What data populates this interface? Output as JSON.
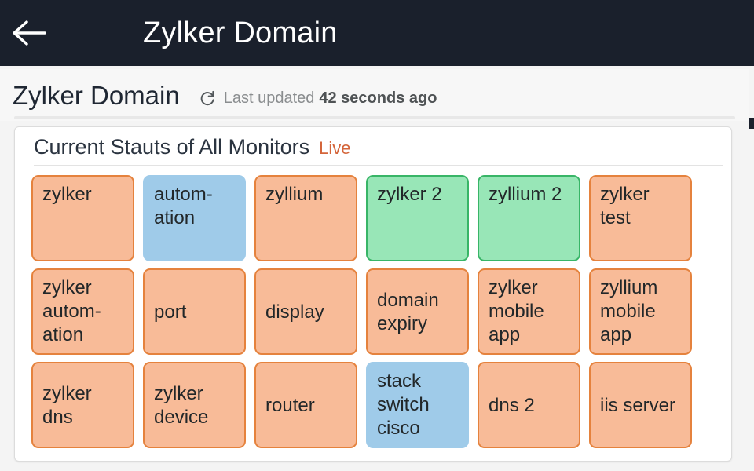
{
  "appbar": {
    "back_icon": "arrow-left-icon",
    "title": "Zylker Domain"
  },
  "subheader": {
    "page_title": "Zylker Domain",
    "refresh_icon": "refresh-icon",
    "updated_label": "Last updated",
    "updated_value": "42 seconds ago"
  },
  "card": {
    "title": "Current Stauts of All Monitors",
    "live_label": "Live",
    "colors": {
      "down_fill": "#f8bb98",
      "down_border": "#e5823d",
      "up_fill": "#98e6b7",
      "up_border": "#38b567",
      "suspended_fill": "#9fcbe9",
      "live_text": "#d4653a",
      "appbar_bg": "#1a202c"
    },
    "rows": [
      [
        {
          "label": "zylker",
          "status": "down",
          "align": "top"
        },
        {
          "label": "autom-\nation",
          "status": "suspended",
          "align": "top"
        },
        {
          "label": "zyllium",
          "status": "down",
          "align": "top"
        },
        {
          "label": "zylker 2",
          "status": "up",
          "align": "top"
        },
        {
          "label": "zyllium 2",
          "status": "up",
          "align": "top"
        },
        {
          "label": "zylker test",
          "status": "down",
          "align": "top"
        }
      ],
      [
        {
          "label": "zylker autom-\nation",
          "status": "down",
          "align": "top"
        },
        {
          "label": "port",
          "status": "down",
          "align": "middle"
        },
        {
          "label": "display",
          "status": "down",
          "align": "middle"
        },
        {
          "label": "domain expiry",
          "status": "down",
          "align": "middle"
        },
        {
          "label": "zylker mobile app",
          "status": "down",
          "align": "top"
        },
        {
          "label": "zyllium mobile app",
          "status": "down",
          "align": "top"
        }
      ],
      [
        {
          "label": "zylker dns",
          "status": "down",
          "align": "middle"
        },
        {
          "label": "zylker device",
          "status": "down",
          "align": "middle"
        },
        {
          "label": "router",
          "status": "down",
          "align": "middle"
        },
        {
          "label": "stack switch cisco",
          "status": "suspended",
          "align": "top"
        },
        {
          "label": "dns 2",
          "status": "down",
          "align": "middle"
        },
        {
          "label": "iis server",
          "status": "down",
          "align": "middle"
        }
      ]
    ]
  }
}
